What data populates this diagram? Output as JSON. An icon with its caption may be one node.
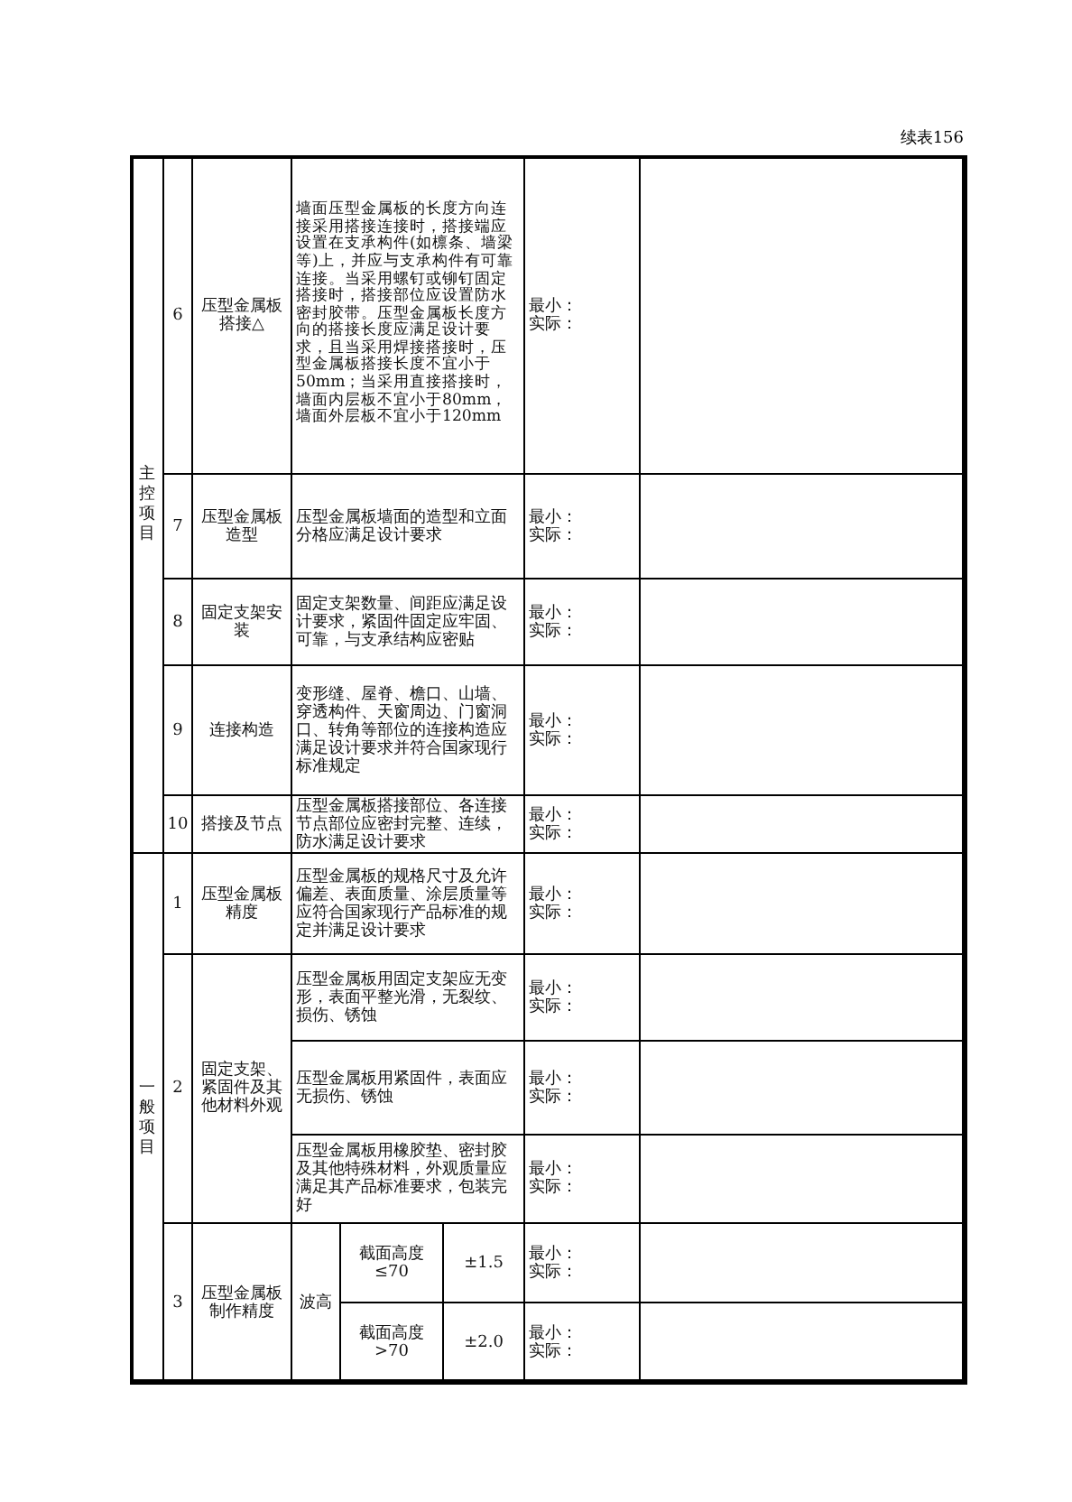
{
  "diagram": {
    "labels": [
      "续表156",
      "主控项目",
      "6",
      "压型金属板搭接△",
      "墙面压型金属板的长度方向连接采用搭接连接时，搭接端应设置在支承构件(如檩条、墙梁等)上，并应与支承构件有可靠连接。当采用螺钉或铆钉固定搭接时，搭接部位应设置防水密封胶带。压型金属板长度方向的搭接长度应满足设计要求，且当采用焊接搭接时，压型金属板搭接长度不宜小于50mm；当采用直接搭接时，墙面内层板不宜小于80mm，墙面外层板不宜小于120mm",
      "最小：",
      "实际：",
      "7",
      "压型金属板造型",
      "压型金属板墙面的造型和立面分格应满足设计要求",
      "最小：",
      "实际：",
      "8",
      "固定支架安装",
      "固定支架数量、间距应满足设计要求，紧固件固定应牢固、可靠，与支承结构应密贴",
      "最小：",
      "实际：",
      "9",
      "连接构造",
      "变形缝、屋脊、檐口、山墙、穿透构件、天窗周边、门窗洞口、转角等部位的连接构造应满足设计要求并符合国家现行标准规定",
      "最小：",
      "实际：",
      "10",
      "搭接及节点",
      "压型金属板搭接部位、各连接节点部位应密封完整、连续，防水满足设计要求",
      "最小：",
      "实际：",
      "一般项目",
      "1",
      "压型金属板精度",
      "压型金属板的规格尺寸及允许偏差、表面质量、涂层质量等应符合国家现行产品标准的规定并满足设计要求",
      "最小：",
      "实际：",
      "2",
      "固定支架、紧固件及其他材料外观",
      "压型金属板用固定支架应无变形，表面平整光滑，无裂纹、损伤、锈蚀",
      "最小：",
      "实际：",
      "压型金属板用紧固件，表面应无损伤、锈蚀",
      "最小：",
      "实际：",
      "压型金属板用橡胶垫、密封胶及其他特殊材料，外观质量应满足其产品标准要求，包装完好",
      "最小：",
      "实际：",
      "3",
      "压型金属板制作精度",
      "波高",
      "截面高度≤70",
      "±1.5",
      "最小：",
      "实际：",
      "截面高度>70",
      "±2.0",
      "最小：",
      "实际："
    ]
  }
}
